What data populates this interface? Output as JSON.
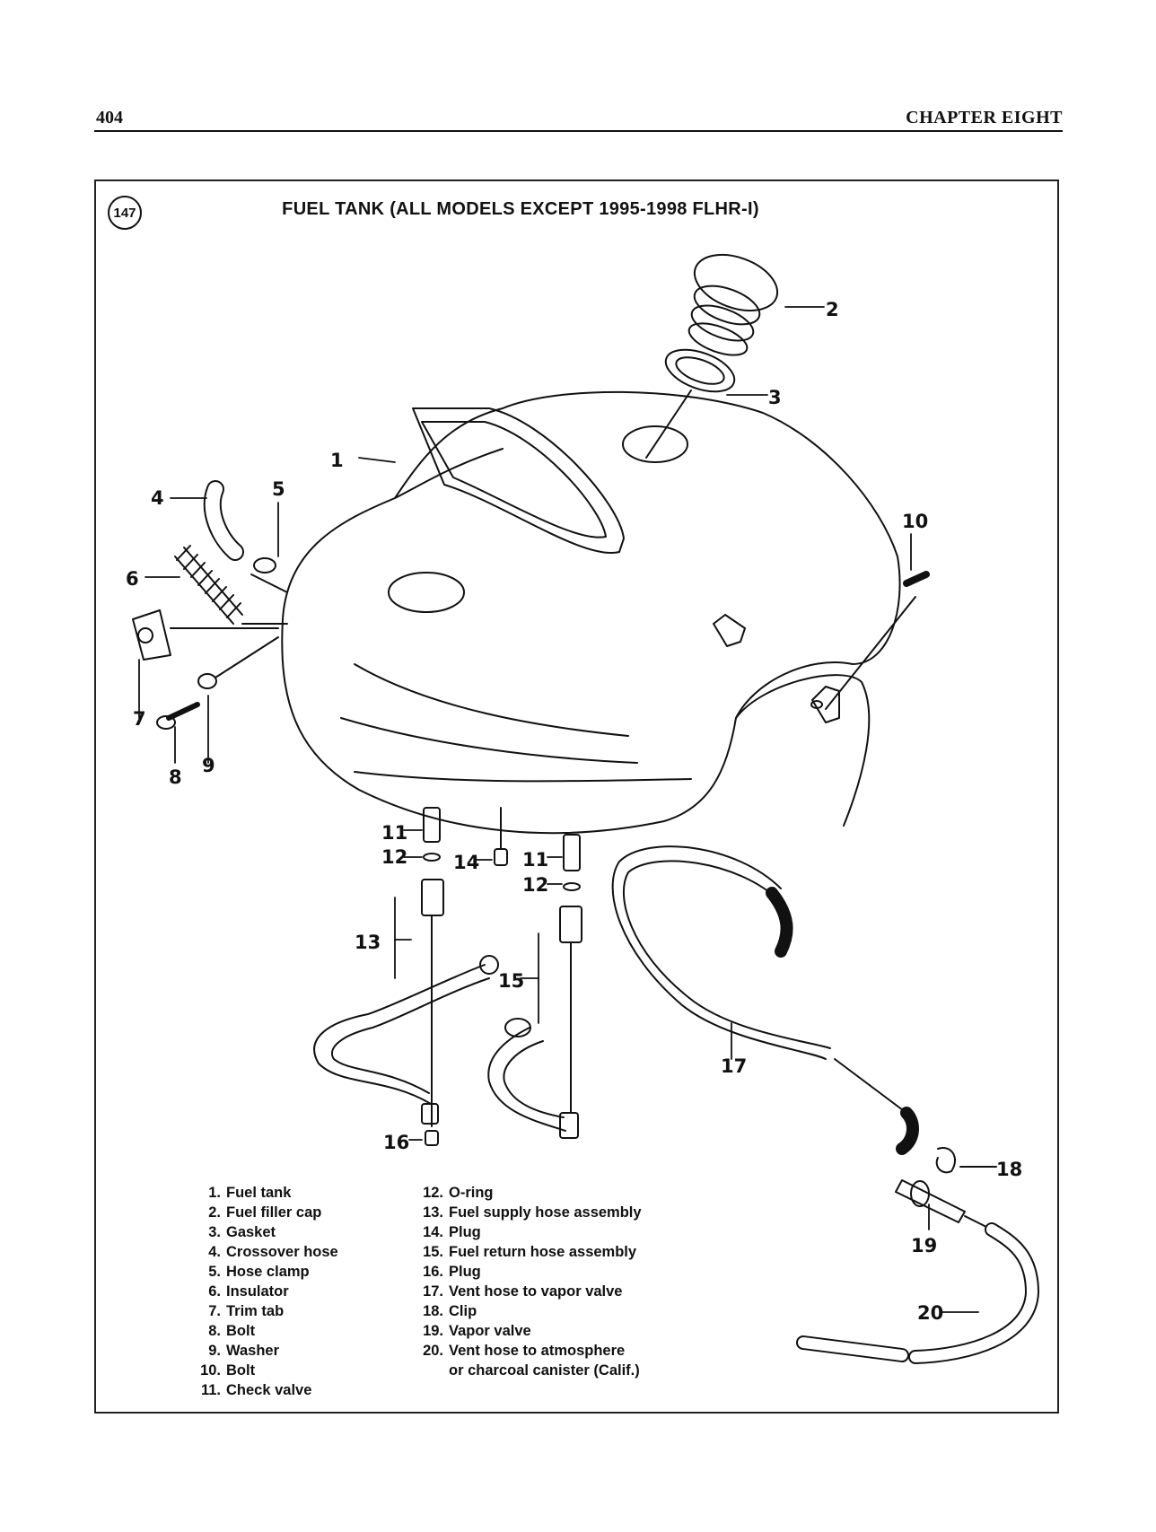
{
  "header": {
    "page_number": "404",
    "chapter": "CHAPTER EIGHT"
  },
  "figure": {
    "number": "147",
    "title": "FUEL TANK (ALL MODELS EXCEPT 1995-1998 FLHR-I)"
  },
  "callouts": {
    "c1": "1",
    "c2": "2",
    "c3": "3",
    "c4": "4",
    "c5": "5",
    "c6": "6",
    "c7": "7",
    "c8": "8",
    "c9": "9",
    "c10": "10",
    "c11a": "11",
    "c11b": "11",
    "c12a": "12",
    "c12b": "12",
    "c13": "13",
    "c14": "14",
    "c15": "15",
    "c16": "16",
    "c17": "17",
    "c18": "18",
    "c19": "19",
    "c20": "20"
  },
  "legend_left": [
    {
      "num": "1.",
      "text": "Fuel tank"
    },
    {
      "num": "2.",
      "text": "Fuel filler cap"
    },
    {
      "num": "3.",
      "text": "Gasket"
    },
    {
      "num": "4.",
      "text": "Crossover hose"
    },
    {
      "num": "5.",
      "text": "Hose clamp"
    },
    {
      "num": "6.",
      "text": "Insulator"
    },
    {
      "num": "7.",
      "text": "Trim tab"
    },
    {
      "num": "8.",
      "text": "Bolt"
    },
    {
      "num": "9.",
      "text": "Washer"
    },
    {
      "num": "10.",
      "text": "Bolt"
    },
    {
      "num": "11.",
      "text": "Check valve"
    }
  ],
  "legend_right": [
    {
      "num": "12.",
      "text": "O-ring"
    },
    {
      "num": "13.",
      "text": "Fuel supply hose assembly"
    },
    {
      "num": "14.",
      "text": "Plug"
    },
    {
      "num": "15.",
      "text": "Fuel return hose assembly"
    },
    {
      "num": "16.",
      "text": "Plug"
    },
    {
      "num": "17.",
      "text": "Vent hose to vapor valve"
    },
    {
      "num": "18.",
      "text": "Clip"
    },
    {
      "num": "19.",
      "text": "Vapor valve"
    },
    {
      "num": "20.",
      "text": "Vent hose to atmosphere"
    },
    {
      "num": "",
      "text": "or charcoal canister (Calif.)"
    }
  ]
}
